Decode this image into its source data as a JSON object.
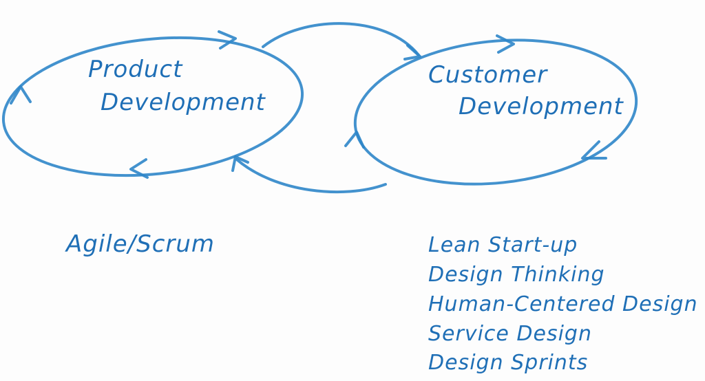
{
  "product_loop": {
    "label_line1": "Product",
    "label_line2": "Development"
  },
  "customer_loop": {
    "label_line1": "Customer",
    "label_line2": "Development"
  },
  "product_methods": {
    "label": "Agile/Scrum"
  },
  "customer_methods": {
    "items": [
      "Lean Start-up",
      "Design Thinking",
      "Human-Centered Design",
      "Service Design",
      "Design Sprints"
    ]
  },
  "colors": {
    "ink": "#2f86c9",
    "text": "#1f6fb6",
    "paper": "#fdfdfd"
  }
}
